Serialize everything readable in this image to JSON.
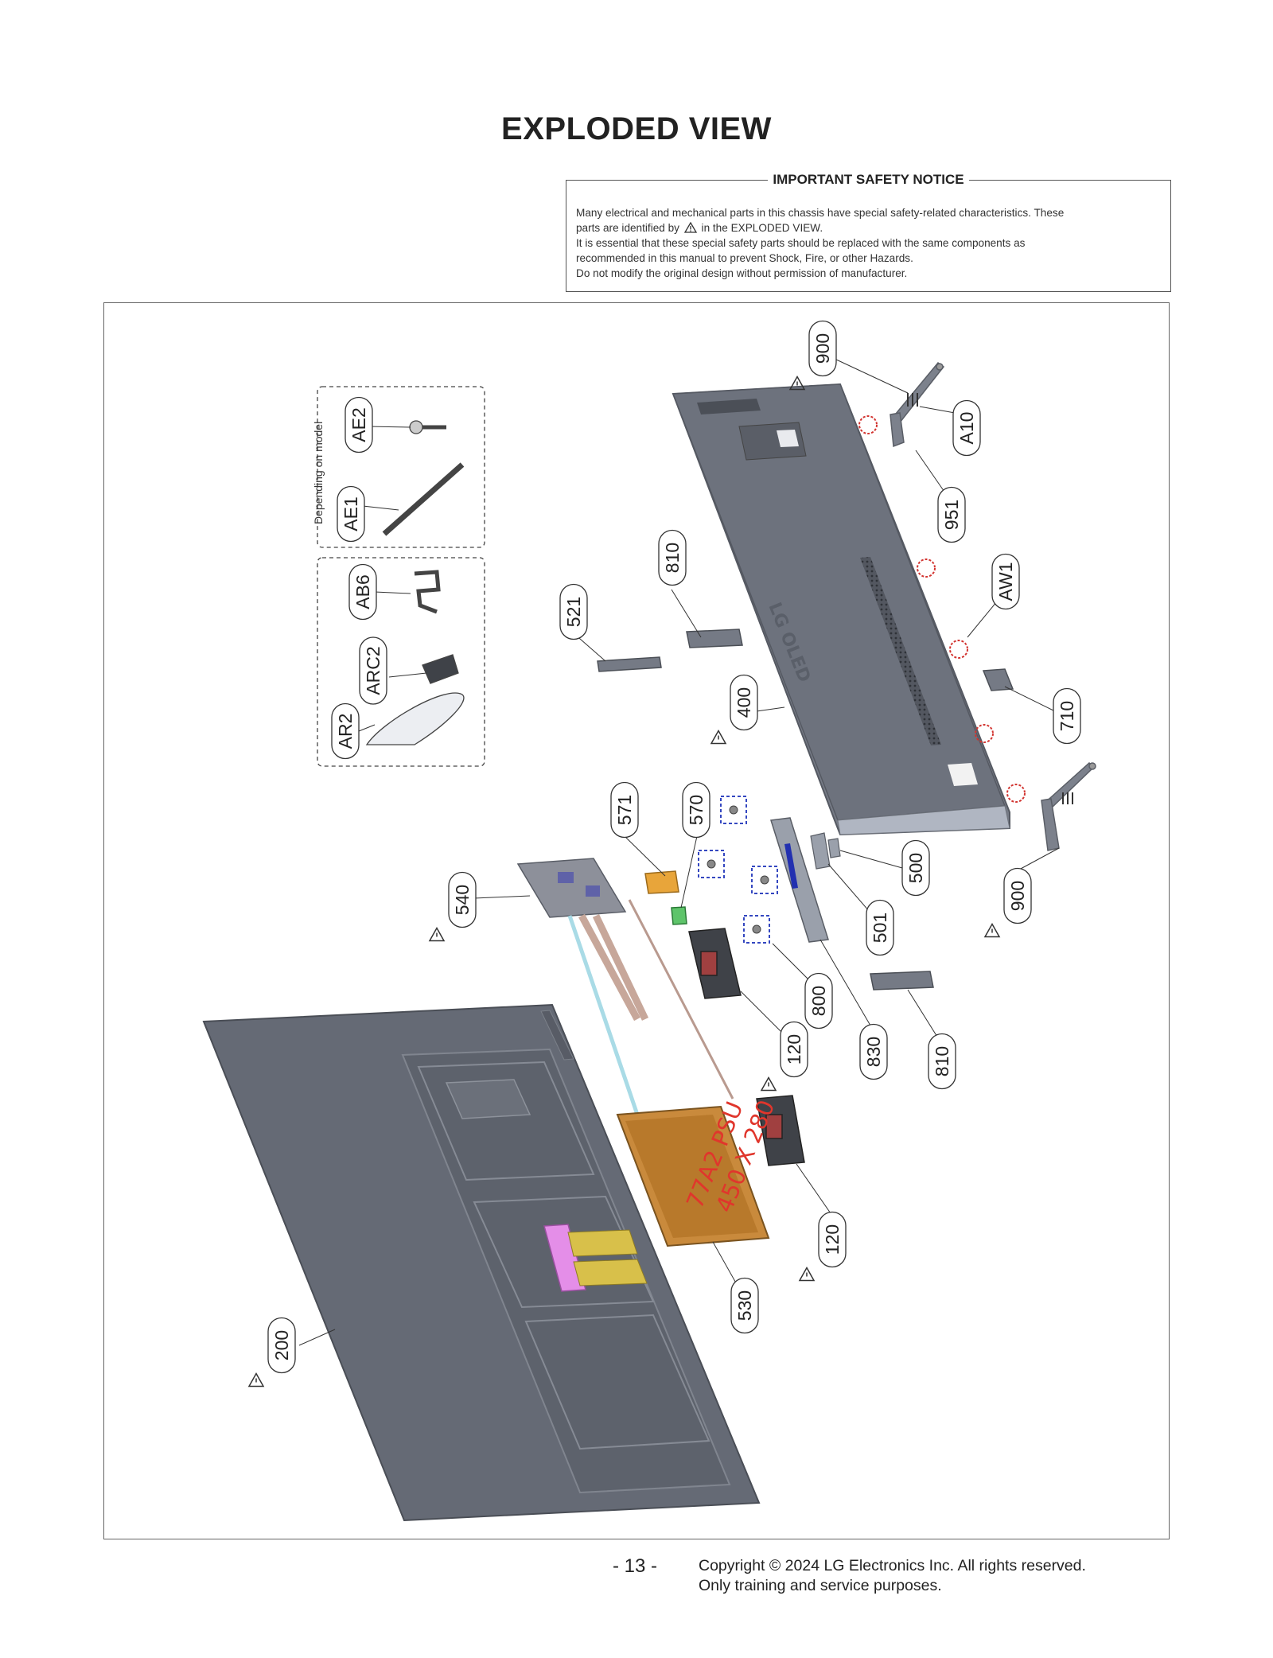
{
  "page": {
    "title": "EXPLODED VIEW",
    "page_number": "- 13 -",
    "copyright_line1": "Copyright © 2024 LG Electronics Inc. All rights reserved.",
    "copyright_line2": "Only training and service purposes."
  },
  "safety_notice": {
    "title": "IMPORTANT SAFETY NOTICE",
    "line1": "Many electrical and mechanical parts in this chassis have special safety-related characteristics. These",
    "line2_before_icon": "parts are identified by",
    "line2_after_icon": "in the EXPLODED VIEW.",
    "line3": "It is essential that these special safety parts should be replaced with the same components as",
    "line4": "recommended in this manual to prevent Shock, Fire, or other Hazards.",
    "line5": "Do not modify the original design without permission of manufacturer."
  },
  "diagram": {
    "optional_group_label": "Depending on model",
    "psu_label": [
      "77A2 PSU",
      "450 X 280"
    ],
    "back_cover_logo": "LG OLED",
    "callouts": [
      {
        "id": "900",
        "safety": true
      },
      {
        "id": "A10",
        "safety": false
      },
      {
        "id": "951",
        "safety": false
      },
      {
        "id": "AW1",
        "safety": false
      },
      {
        "id": "710",
        "safety": false
      },
      {
        "id": "810",
        "safety": false
      },
      {
        "id": "521",
        "safety": false
      },
      {
        "id": "400",
        "safety": true
      },
      {
        "id": "AE2",
        "safety": false
      },
      {
        "id": "AE1",
        "safety": false
      },
      {
        "id": "AB6",
        "safety": false
      },
      {
        "id": "ARC2",
        "safety": false
      },
      {
        "id": "AR2",
        "safety": false
      },
      {
        "id": "571",
        "safety": false
      },
      {
        "id": "570",
        "safety": false
      },
      {
        "id": "540",
        "safety": true
      },
      {
        "id": "500",
        "safety": false
      },
      {
        "id": "501",
        "safety": false
      },
      {
        "id": "900",
        "safety": true
      },
      {
        "id": "800",
        "safety": false
      },
      {
        "id": "120",
        "safety": true
      },
      {
        "id": "830",
        "safety": false
      },
      {
        "id": "810",
        "safety": false
      },
      {
        "id": "120",
        "safety": true
      },
      {
        "id": "530",
        "safety": false
      },
      {
        "id": "200",
        "safety": true
      }
    ]
  }
}
